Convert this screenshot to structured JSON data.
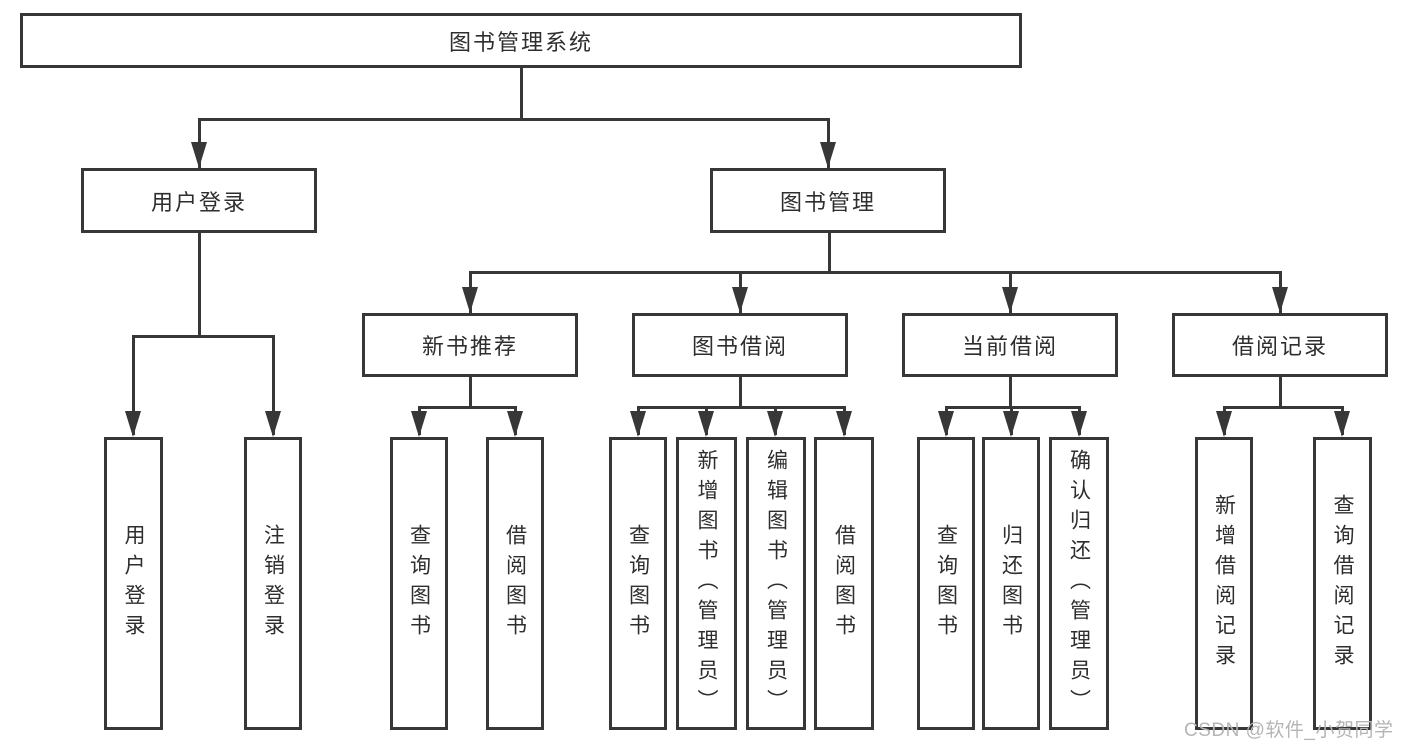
{
  "diagram": {
    "title": "图书管理系统",
    "nodes": [
      {
        "id": "root",
        "label": "图书管理系统",
        "parent": null
      },
      {
        "id": "user-login",
        "label": "用户登录",
        "parent": "root"
      },
      {
        "id": "book-mgmt",
        "label": "图书管理",
        "parent": "root"
      },
      {
        "id": "new-book-rec",
        "label": "新书推荐",
        "parent": "book-mgmt"
      },
      {
        "id": "book-borrow",
        "label": "图书借阅",
        "parent": "book-mgmt"
      },
      {
        "id": "current-borrow",
        "label": "当前借阅",
        "parent": "book-mgmt"
      },
      {
        "id": "borrow-records",
        "label": "借阅记录",
        "parent": "book-mgmt"
      },
      {
        "id": "leaf-user-login",
        "label": "用户登录",
        "parent": "user-login"
      },
      {
        "id": "leaf-logout",
        "label": "注销登录",
        "parent": "user-login"
      },
      {
        "id": "leaf-nbr-query",
        "label": "查询图书",
        "parent": "new-book-rec"
      },
      {
        "id": "leaf-nbr-borrow",
        "label": "借阅图书",
        "parent": "new-book-rec"
      },
      {
        "id": "leaf-bb-query",
        "label": "查询图书",
        "parent": "book-borrow"
      },
      {
        "id": "leaf-bb-add",
        "label": "新增图书（管理员）",
        "parent": "book-borrow"
      },
      {
        "id": "leaf-bb-edit",
        "label": "编辑图书（管理员）",
        "parent": "book-borrow"
      },
      {
        "id": "leaf-bb-borrow",
        "label": "借阅图书",
        "parent": "book-borrow"
      },
      {
        "id": "leaf-cb-query",
        "label": "查询图书",
        "parent": "current-borrow"
      },
      {
        "id": "leaf-cb-return",
        "label": "归还图书",
        "parent": "current-borrow"
      },
      {
        "id": "leaf-cb-confirm",
        "label": "确认归还（管理员）",
        "parent": "current-borrow"
      },
      {
        "id": "leaf-br-add",
        "label": "新增借阅记录",
        "parent": "borrow-records"
      },
      {
        "id": "leaf-br-query",
        "label": "查询借阅记录",
        "parent": "borrow-records"
      }
    ]
  },
  "watermark": {
    "text": "CSDN @软件_小贺同学"
  },
  "colors": {
    "line": "#373737",
    "text": "#2e2e2e",
    "box_background": "#ffffff",
    "watermark": "#b5b5b5",
    "page_background": "#ffffff"
  }
}
